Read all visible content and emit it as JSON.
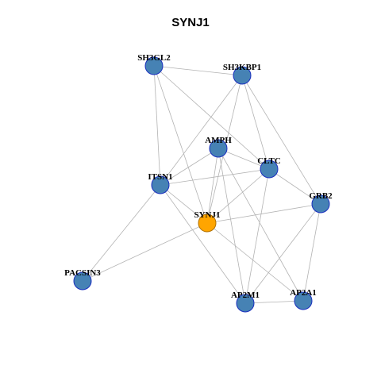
{
  "title": "SYNJ1",
  "colors": {
    "background": "#ffffff",
    "edge": "#b3b3b3",
    "node_fill": "#4682b4",
    "node_stroke": "#1a2fbf",
    "center_fill": "#ffa500",
    "center_stroke": "#b07000"
  },
  "nodes": [
    {
      "id": "SH3GL2",
      "label": "SH3GL2",
      "center": false
    },
    {
      "id": "SH3KBP1",
      "label": "SH3KBP1",
      "center": false
    },
    {
      "id": "AMPH",
      "label": "AMPH",
      "center": false
    },
    {
      "id": "CLTC",
      "label": "CLTC",
      "center": false
    },
    {
      "id": "ITSN1",
      "label": "ITSN1",
      "center": false
    },
    {
      "id": "GRB2",
      "label": "GRB2",
      "center": false
    },
    {
      "id": "SYNJ1",
      "label": "SYNJ1",
      "center": true
    },
    {
      "id": "PACSIN3",
      "label": "PACSIN3",
      "center": false
    },
    {
      "id": "AP2M1",
      "label": "AP2M1",
      "center": false
    },
    {
      "id": "AP2A1",
      "label": "AP2A1",
      "center": false
    }
  ],
  "edges": [
    [
      "SH3GL2",
      "SH3KBP1"
    ],
    [
      "SH3GL2",
      "ITSN1"
    ],
    [
      "SH3GL2",
      "SYNJ1"
    ],
    [
      "SH3GL2",
      "CLTC"
    ],
    [
      "SH3KBP1",
      "ITSN1"
    ],
    [
      "SH3KBP1",
      "SYNJ1"
    ],
    [
      "SH3KBP1",
      "CLTC"
    ],
    [
      "SH3KBP1",
      "GRB2"
    ],
    [
      "AMPH",
      "ITSN1"
    ],
    [
      "AMPH",
      "SYNJ1"
    ],
    [
      "AMPH",
      "CLTC"
    ],
    [
      "AMPH",
      "AP2M1"
    ],
    [
      "AMPH",
      "AP2A1"
    ],
    [
      "CLTC",
      "ITSN1"
    ],
    [
      "CLTC",
      "SYNJ1"
    ],
    [
      "CLTC",
      "AP2M1"
    ],
    [
      "CLTC",
      "GRB2"
    ],
    [
      "ITSN1",
      "SYNJ1"
    ],
    [
      "ITSN1",
      "PACSIN3"
    ],
    [
      "ITSN1",
      "AP2M1"
    ],
    [
      "SYNJ1",
      "GRB2"
    ],
    [
      "SYNJ1",
      "PACSIN3"
    ],
    [
      "SYNJ1",
      "AP2A1"
    ],
    [
      "GRB2",
      "AP2M1"
    ],
    [
      "GRB2",
      "AP2A1"
    ],
    [
      "AP2M1",
      "AP2A1"
    ]
  ]
}
